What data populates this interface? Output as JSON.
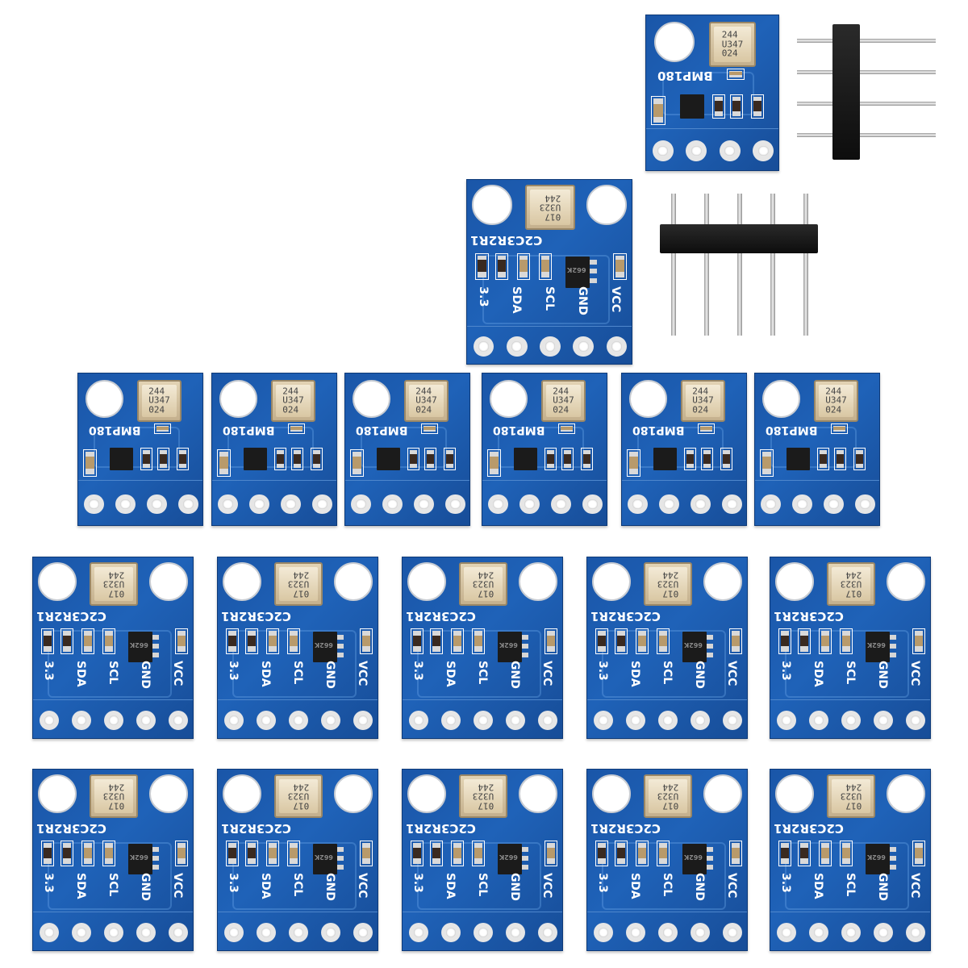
{
  "scene": {
    "description": "",
    "background": "#ffffff"
  },
  "colors": {
    "pcb_blue": "#1f62b8",
    "silkscreen": "#ffffff",
    "header_black": "#111111",
    "pin_metal": "#c8c8c8"
  },
  "boards": {
    "bmp180": {
      "label": "BMP180",
      "chip_lines": [
        "244",
        "U347",
        "024"
      ],
      "count": 7
    },
    "gy68": {
      "label": "C2C3R2R1",
      "chip_lines": [
        "017",
        "U323",
        "244"
      ],
      "pins": [
        "3.3",
        "SDA",
        "SCL",
        "GND",
        "VCC"
      ],
      "ic_code": "662K",
      "count": 11
    }
  },
  "headers": [
    {
      "pins": 4,
      "orientation": "horizontal"
    },
    {
      "pins": 5,
      "orientation": "vertical"
    }
  ]
}
